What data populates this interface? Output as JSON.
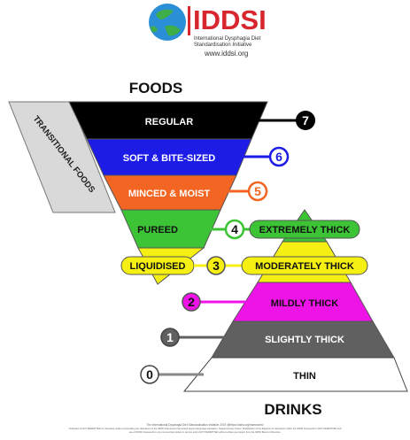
{
  "logo": {
    "name": "IDDSI",
    "subtitle_line1": "International Dysphagia Diet",
    "subtitle_line2": "Standardisation Initiative",
    "url": "www.iddsi.org"
  },
  "foods_title": "FOODS",
  "drinks_title": "DRINKS",
  "transitional_label": "TRANSITIONAL FOODS",
  "levels": [
    {
      "level": "7",
      "label": "REGULAR",
      "color": "#000000"
    },
    {
      "level": "6",
      "label": "SOFT & BITE-SIZED",
      "color": "#1c1ce6"
    },
    {
      "level": "5",
      "label": "MINCED & MOIST",
      "color": "#f26522"
    },
    {
      "level": "4",
      "foods_label": "PUREED",
      "drinks_label": "EXTREMELY THICK",
      "color": "#3cc436"
    },
    {
      "level": "3",
      "foods_label": "LIQUIDISED",
      "drinks_label": "MODERATELY THICK",
      "color": "#f5ef14"
    },
    {
      "level": "2",
      "label": "MILDLY THICK",
      "color": "#ee14e8"
    },
    {
      "level": "1",
      "label": "SLIGHTLY THICK",
      "color": "#606060"
    },
    {
      "level": "0",
      "label": "THIN",
      "color": "#ffffff"
    }
  ],
  "footer_line1": "The International Dysphagia Diet Standardisation Initiative 2019 @https://iddsi.org/framework/",
  "footer_line2": "Attribution is NOT PERMITTED for derivative works incorporating any alterations to the IDDSI Framework that extend beyond language translation. Supplementary Notice: Modification of the diagrams or descriptors within the IDDSI Framework is NOT PERMITTED and",
  "footer_line3": "use of IDDSI Framework in any commercial product or service and is NOT PERMITTED without written permission from the IDDSI Board of Directors."
}
